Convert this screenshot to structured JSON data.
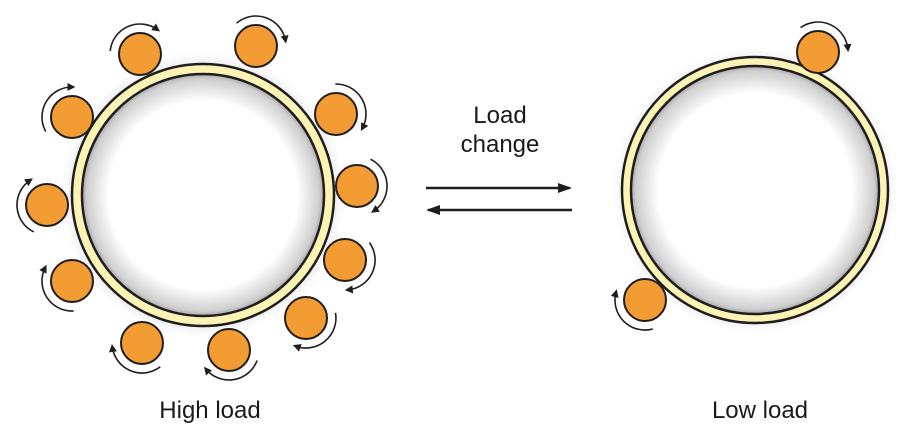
{
  "labels": {
    "high_load": "High load",
    "low_load": "Low load",
    "arrow_label_line1": "Load",
    "arrow_label_line2": "change"
  },
  "colors": {
    "ring_fill": "#fdf3b5",
    "ring_stroke": "#1e1e1e",
    "ball_fill": "#f39c33",
    "ball_stroke": "#1e1e1e",
    "arrow": "#1e1e1e",
    "text": "#1a1a1a"
  },
  "icons": {
    "ball": "orange-ball-icon",
    "rotation": "curved-arrow-icon",
    "reversible_reaction": "equilibrium-arrows-icon"
  },
  "counts": {
    "balls_high_load": 11,
    "balls_low_load": 2
  }
}
